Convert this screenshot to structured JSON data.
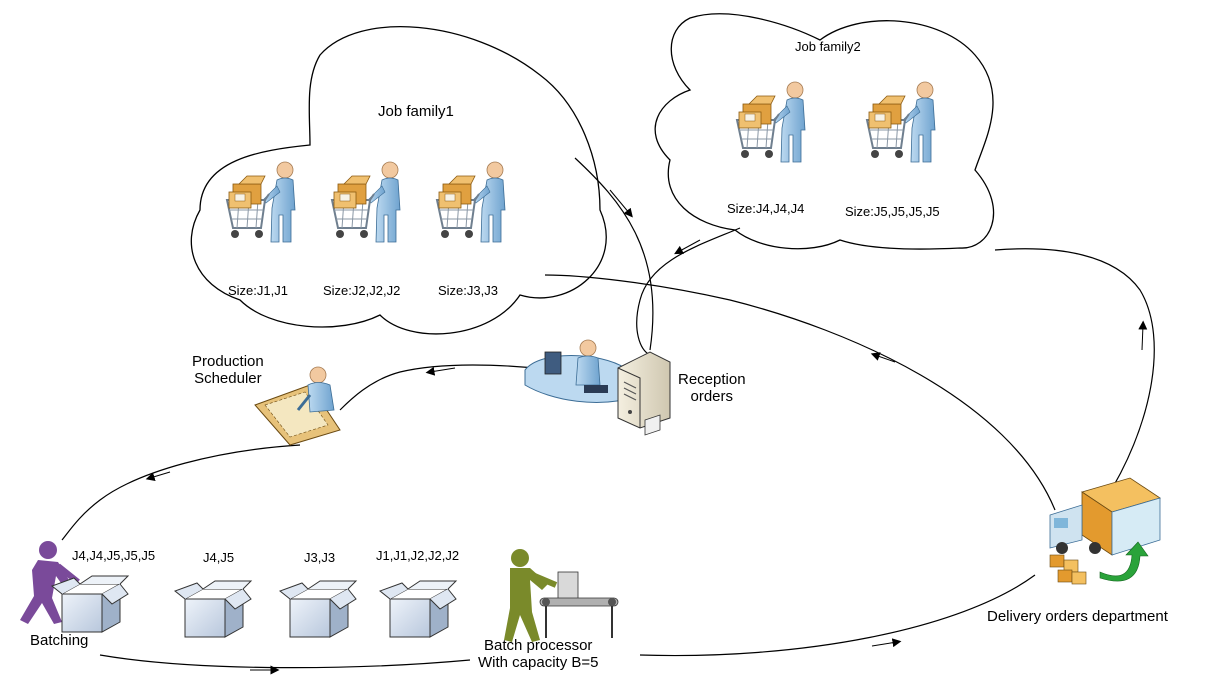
{
  "job_family1": {
    "title": "Job family1",
    "sizes": [
      "Size:J1,J1",
      "Size:J2,J2,J2",
      "Size:J3,J3"
    ]
  },
  "job_family2": {
    "title": "Job family2",
    "sizes": [
      "Size:J4,J4,J4",
      "Size:J5,J5,J5,J5"
    ]
  },
  "production_scheduler": {
    "label": "Production\nScheduler"
  },
  "reception": {
    "label": "Reception\norders"
  },
  "delivery": {
    "label": "Delivery orders department"
  },
  "batching": {
    "label": "Batching",
    "batches": [
      "J4,J4,J5,J5,J5",
      "J4,J5",
      "J3,J3",
      "J1,J1,J2,J2,J2"
    ]
  },
  "batch_processor": {
    "label": "Batch processor\nWith capacity B=5"
  },
  "icons": {
    "shopper": "shopping-cart-person-icon",
    "reception": "reception-desk-server-icon",
    "scheduler": "production-scheduler-desk-icon",
    "delivery": "delivery-truck-icon",
    "worker": "batching-worker-icon",
    "box": "open-box-icon",
    "processor": "batch-processor-conveyor-icon"
  }
}
